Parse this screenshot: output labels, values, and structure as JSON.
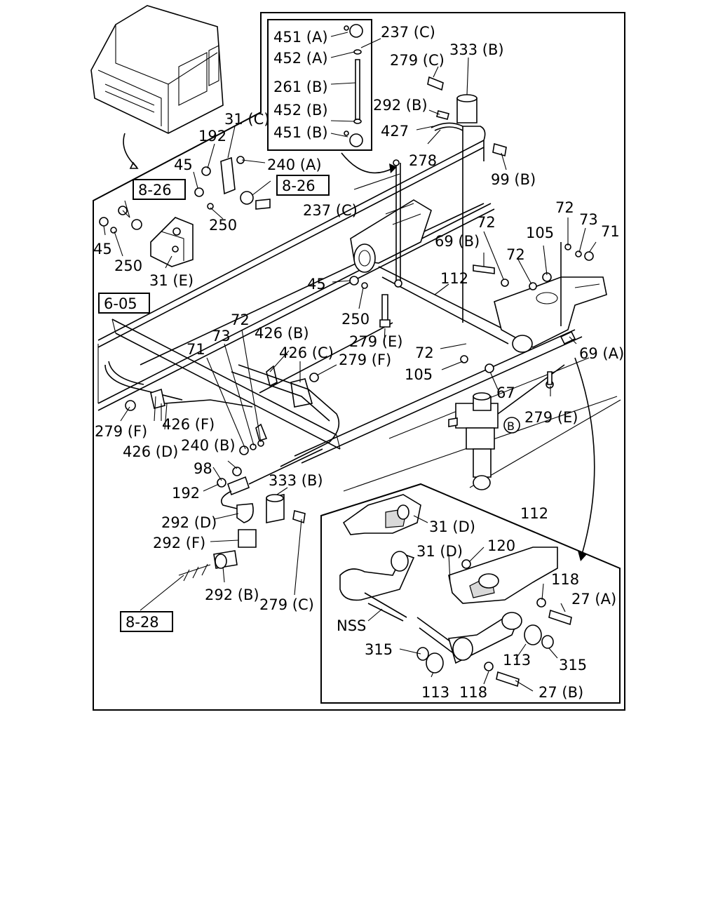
{
  "callouts": [
    "451 (A)",
    "452 (A)",
    "261 (B)",
    "452 (B)",
    "451 (B)",
    "237 (C)",
    "333 (B)",
    "279 (C)",
    "292 (B)",
    "427",
    "278",
    "99 (B)",
    "31 (C)",
    "192",
    "240 (A)",
    "45",
    "250",
    "237 (C)",
    "45",
    "250",
    "31 (E)",
    "72",
    "72",
    "73",
    "71",
    "69 (B)",
    "105",
    "72",
    "112",
    "45",
    "250",
    "279 (E)",
    "69 (A)",
    "72",
    "73",
    "426 (B)",
    "71",
    "426 (C)",
    "279 (F)",
    "72",
    "105",
    "67",
    "279 (E)",
    "279 (F)",
    "426 (F)",
    "426 (D)",
    "240 (B)",
    "98",
    "192",
    "333 (B)",
    "292 (D)",
    "292 (F)",
    "292 (B)",
    "279 (C)",
    "112",
    "31 (D)",
    "31 (D)",
    "120",
    "118",
    "27 (A)",
    "NSS",
    "315",
    "113",
    "315",
    "113",
    "118",
    "27 (B)"
  ],
  "references": [
    "8-26",
    "8-26",
    "6-05",
    "8-28"
  ],
  "view_marker": "B"
}
